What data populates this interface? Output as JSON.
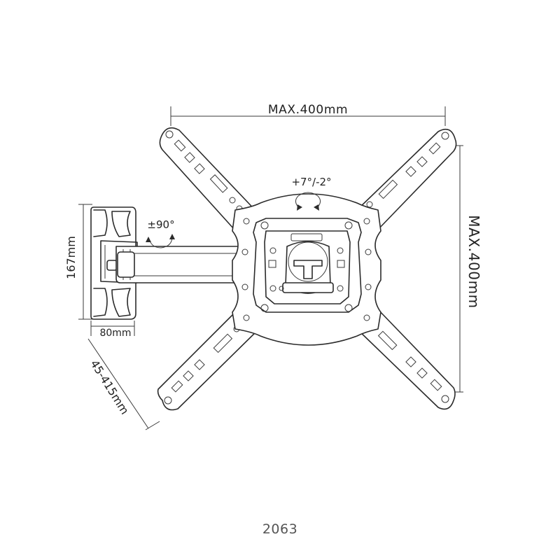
{
  "dimensions": {
    "top_width": "MAX.400mm",
    "right_height": "MAX.400mm",
    "plate_height": "167mm",
    "plate_depth": "80mm",
    "extension": "45-415mm"
  },
  "rotations": {
    "tilt": "+7°/-2°",
    "swivel": "±90°"
  },
  "model_number": "2063",
  "colors": {
    "line": "#2b2b2b",
    "background": "#ffffff",
    "caption": "#555555"
  }
}
